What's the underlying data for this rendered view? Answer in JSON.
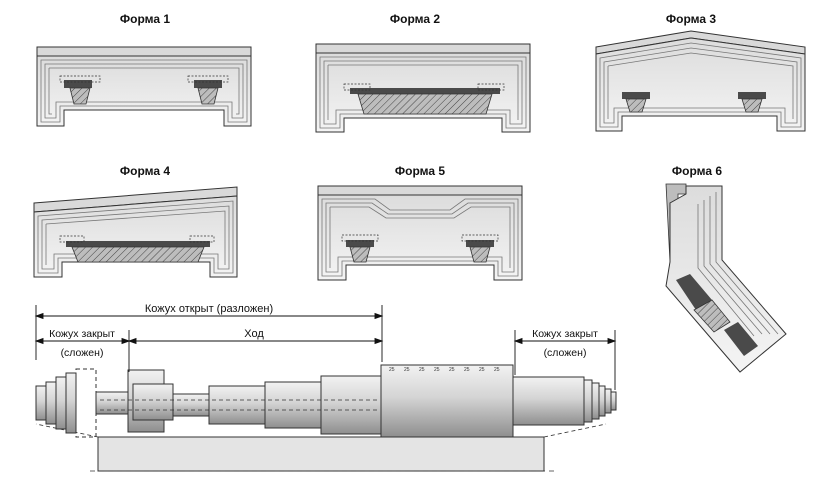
{
  "forms": [
    {
      "id": 1,
      "title": "Форма 1"
    },
    {
      "id": 2,
      "title": "Форма 2"
    },
    {
      "id": 3,
      "title": "Форма 3"
    },
    {
      "id": 4,
      "title": "Форма 4"
    },
    {
      "id": 5,
      "title": "Форма 5"
    },
    {
      "id": 6,
      "title": "Форма 6"
    }
  ],
  "dimensions": {
    "open": "Кожух открыт (разложен)",
    "closed_left_line1": "Кожух закрыт",
    "closed_left_line2": "(сложен)",
    "travel": "Ход",
    "closed_right_line1": "Кожух закрыт",
    "closed_right_line2": "(сложен)"
  },
  "fold_marks": [
    "25",
    "25",
    "25",
    "25",
    "25",
    "25",
    "25",
    "25"
  ],
  "colors": {
    "cover_fill": "#e6e6e6",
    "cover_dark": "#9a9a9a",
    "rail": "#4a4a4a",
    "stroke": "#333333"
  }
}
